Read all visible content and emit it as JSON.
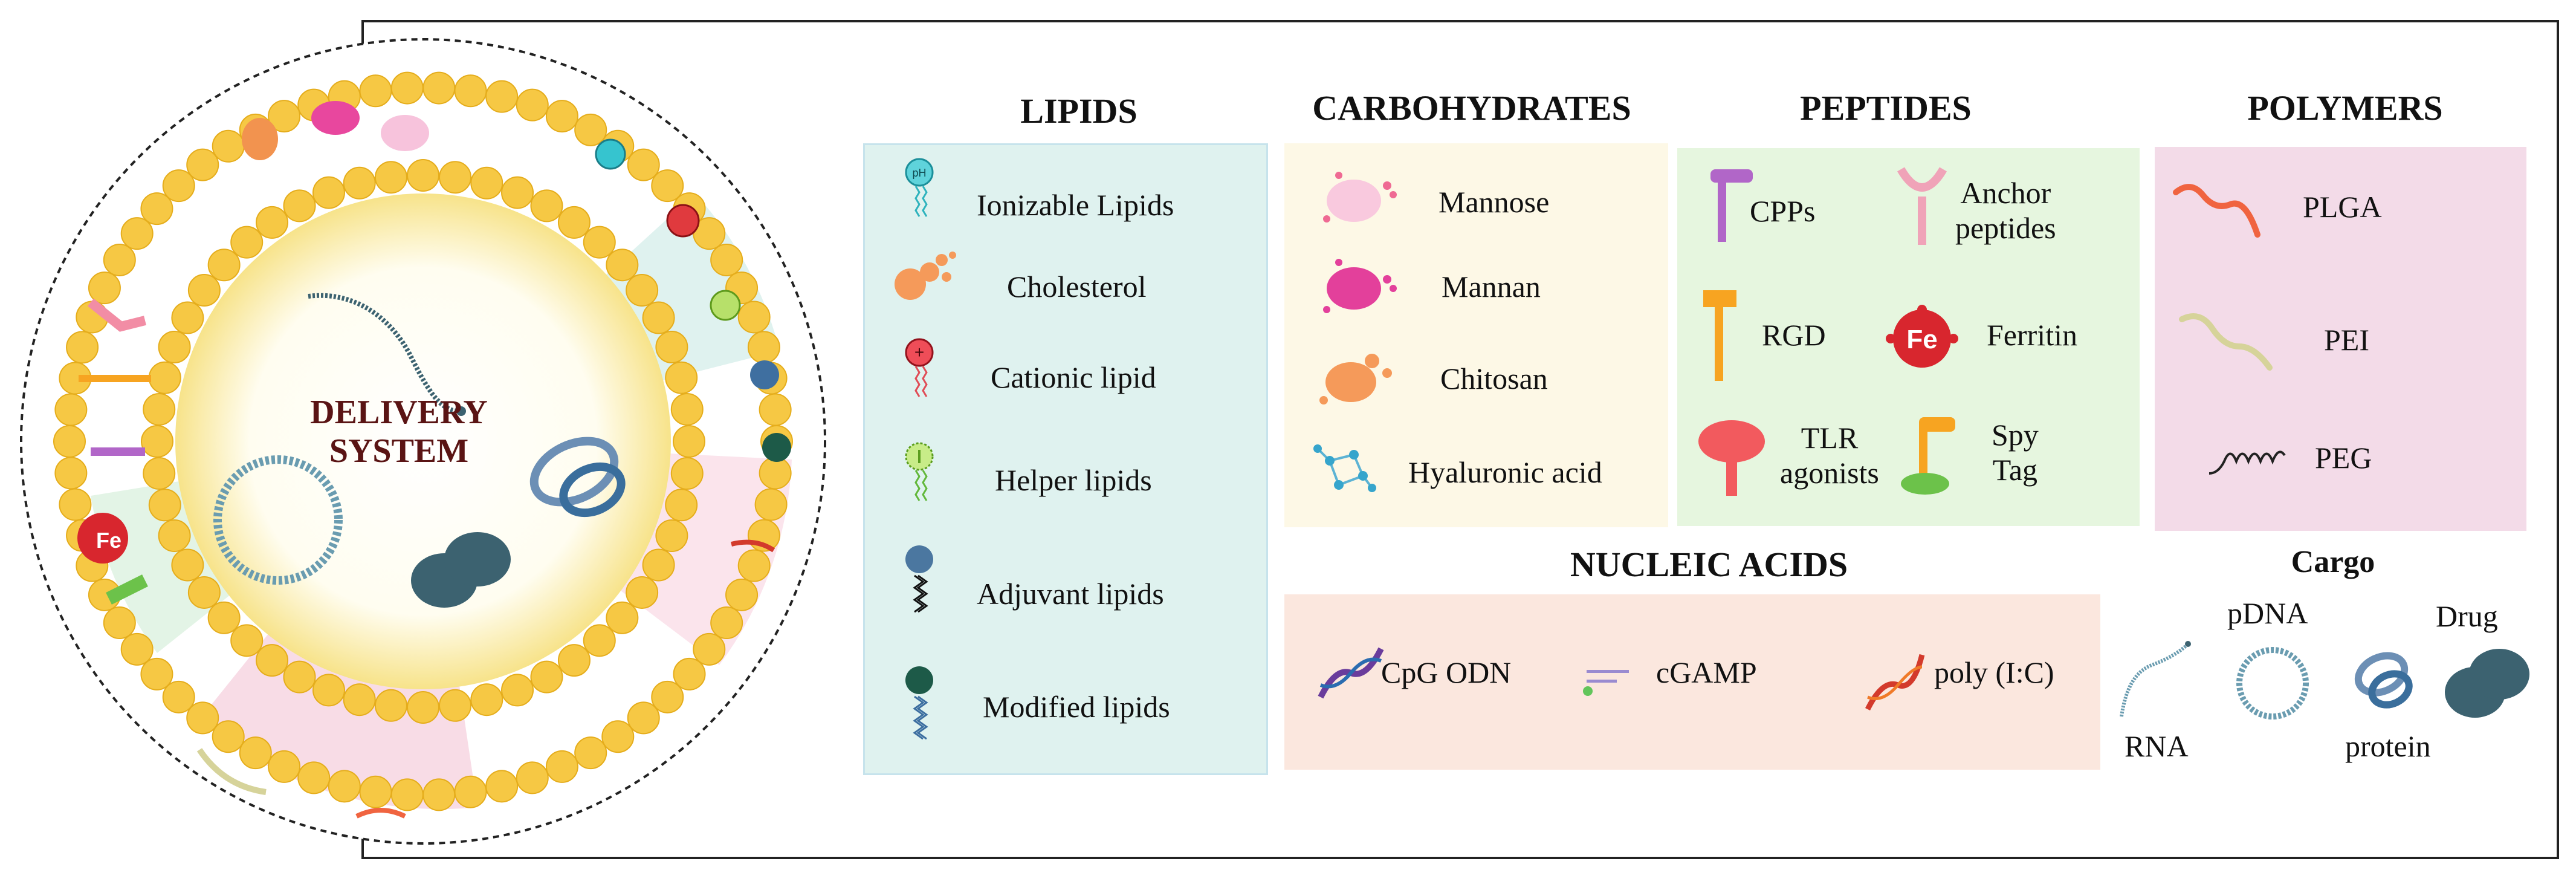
{
  "center": {
    "line1": "DELIVERY",
    "line2": "SYSTEM"
  },
  "lipids": {
    "title": "LIPIDS",
    "items": [
      "Ionizable Lipids",
      "Cholesterol",
      "Cationic lipid",
      "Helper lipids",
      "Adjuvant lipids",
      "Modified lipids"
    ],
    "icon_text": {
      "ph": "pH",
      "plus": "+"
    }
  },
  "carbohydrates": {
    "title": "CARBOHYDRATES",
    "items": [
      "Mannose",
      "Mannan",
      "Chitosan",
      "Hyaluronic acid"
    ]
  },
  "peptides": {
    "title": "PEPTIDES",
    "cpps": "CPPs",
    "anchor_1": "Anchor",
    "anchor_2": "peptides",
    "rgd": "RGD",
    "ferritin": "Ferritin",
    "tlr_1": "TLR",
    "tlr_2": "agonists",
    "spy_1": "Spy",
    "spy_2": "Tag",
    "fe": "Fe"
  },
  "polymers": {
    "title": "POLYMERS",
    "items": [
      "PLGA",
      "PEI",
      "PEG"
    ]
  },
  "nucleic": {
    "title": "NUCLEIC ACIDS",
    "items": [
      "CpG ODN",
      "cGAMP",
      "poly (I:C)"
    ]
  },
  "cargo": {
    "title": "Cargo",
    "rna": "RNA",
    "pdna": "pDNA",
    "drug": "Drug",
    "protein": "protein"
  },
  "colors": {
    "lipids_bg": "#dff2ef",
    "carb_bg": "#fdf8e6",
    "pept_bg": "#e6f6df",
    "poly_bg": "#f3dbe8",
    "nuc_bg": "#fbe7de",
    "bead": "#f6c844",
    "dark_teal": "#3c6270",
    "fe_red": "#d8262e"
  }
}
